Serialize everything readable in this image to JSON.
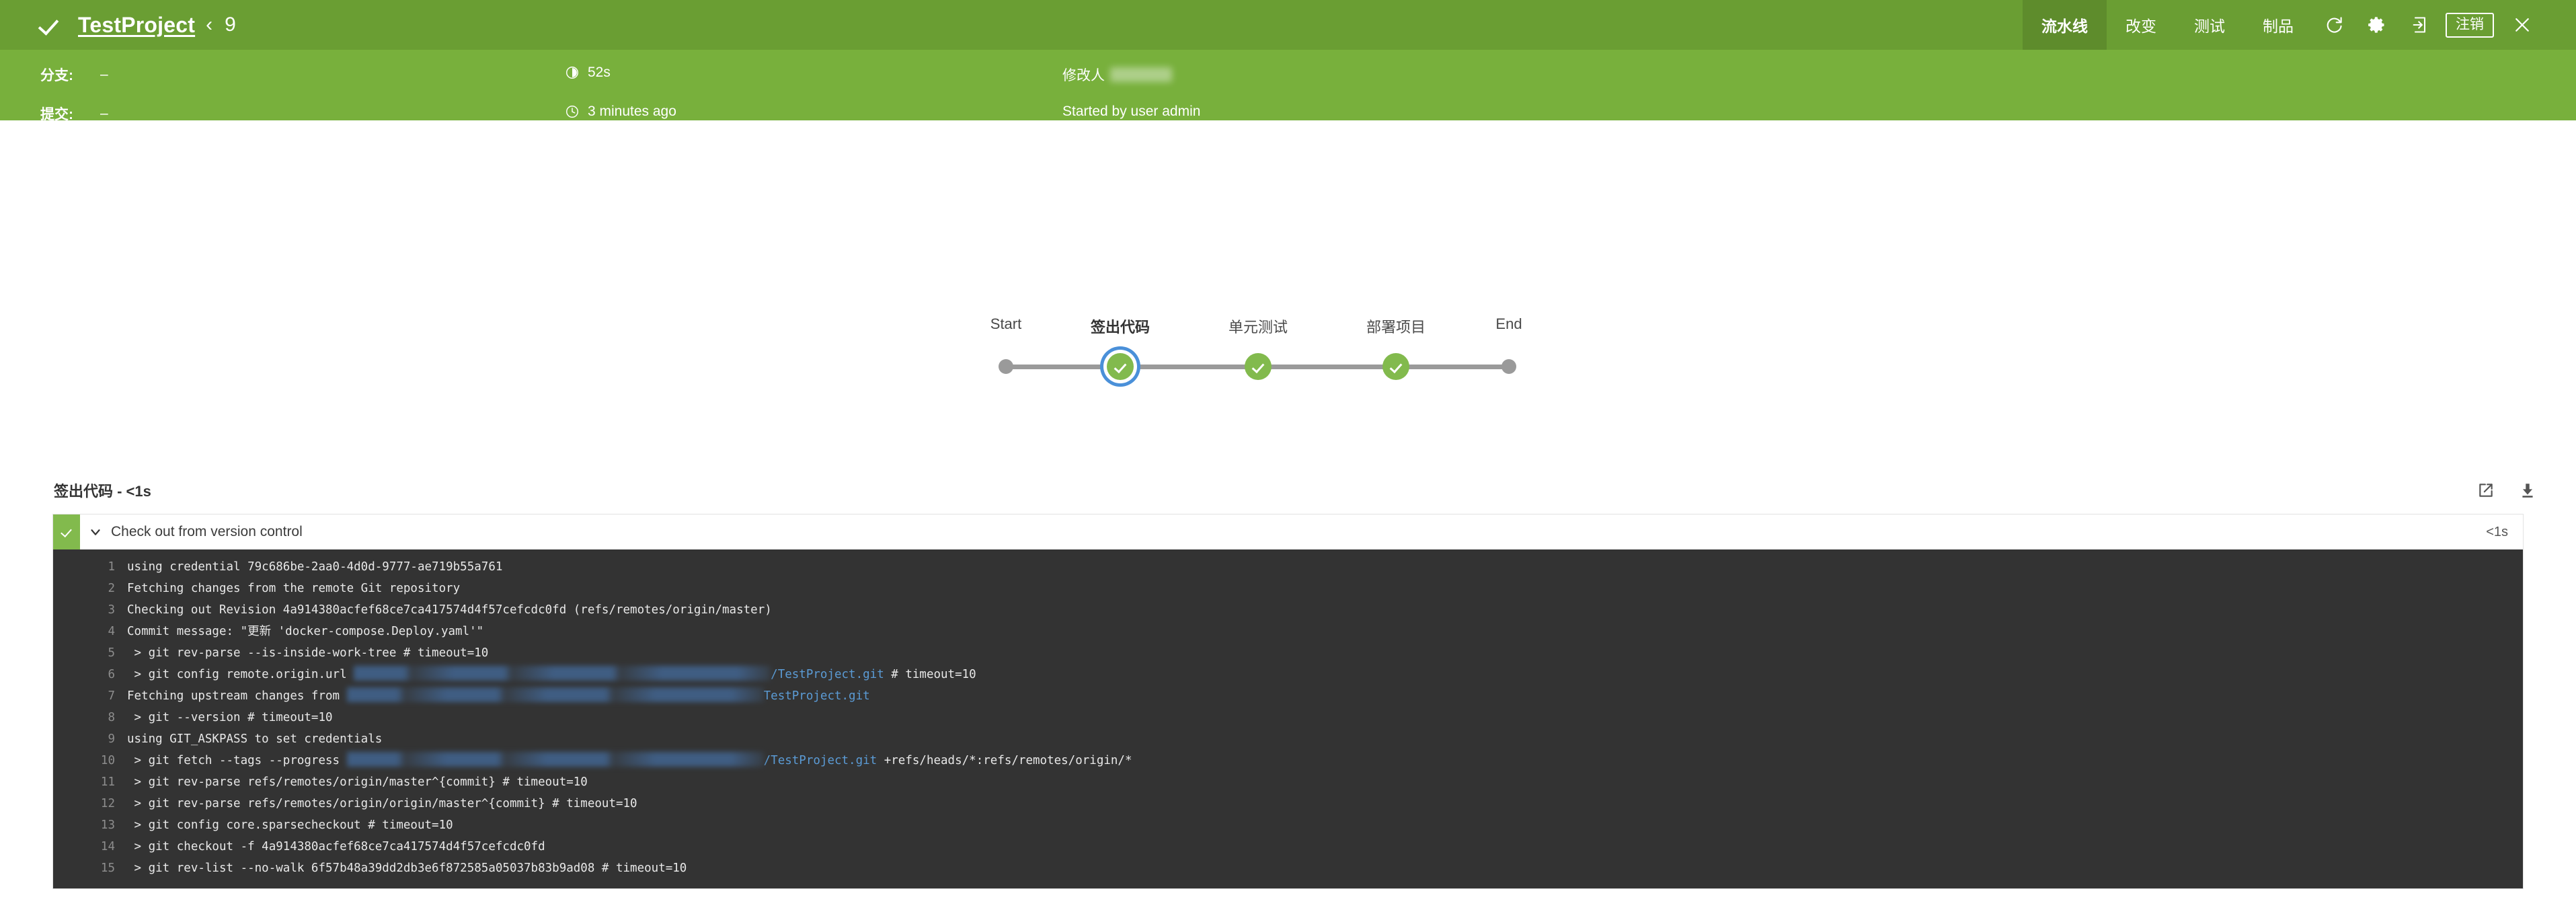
{
  "header": {
    "status_icon": "check-icon",
    "project_name": "TestProject",
    "breadcrumb_separator": "‹",
    "build_number": "9",
    "nav": [
      {
        "label": "流水线",
        "active": true
      },
      {
        "label": "改变",
        "active": false
      },
      {
        "label": "测试",
        "active": false
      },
      {
        "label": "制品",
        "active": false
      }
    ],
    "icons": [
      {
        "name": "refresh-icon"
      },
      {
        "name": "gear-icon"
      },
      {
        "name": "sign-out-icon"
      }
    ],
    "logout_label": "注销",
    "close_label": "✕"
  },
  "info": {
    "branch_label": "分支:",
    "branch_value": "–",
    "commit_label": "提交:",
    "commit_value": "–",
    "duration_icon": "stopwatch-icon",
    "duration_value": "52s",
    "time_icon": "clock-icon",
    "time_value": "3 minutes ago",
    "changed_by_label": "修改人",
    "changed_by_value_redacted": true,
    "started_by": "Started by user admin"
  },
  "pipeline": {
    "stages": [
      {
        "name": "Start",
        "type": "endpoint",
        "state": "idle",
        "selected": false
      },
      {
        "name": "签出代码",
        "type": "stage",
        "state": "success",
        "selected": true
      },
      {
        "name": "单元测试",
        "type": "stage",
        "state": "success",
        "selected": false
      },
      {
        "name": "部署项目",
        "type": "stage",
        "state": "success",
        "selected": false
      },
      {
        "name": "End",
        "type": "endpoint",
        "state": "idle",
        "selected": false
      }
    ]
  },
  "log": {
    "title": "签出代码 - <1s",
    "open_icon": "external-link-icon",
    "download_icon": "download-icon",
    "step": {
      "status": "success",
      "chevron": "chevron-down-icon",
      "label": "Check out from version control",
      "duration": "<1s"
    },
    "lines": [
      {
        "n": "1",
        "pre": "using credential 79c686be-2aa0-4d0d-9777-ae719b55a761",
        "blur": 0,
        "tail": "",
        "post": ""
      },
      {
        "n": "2",
        "pre": "Fetching changes from the remote Git repository",
        "blur": 0,
        "tail": "",
        "post": ""
      },
      {
        "n": "3",
        "pre": "Checking out Revision 4a914380acfef68ce7ca417574d4f57cefcdc0fd (refs/remotes/origin/master)",
        "blur": 0,
        "tail": "",
        "post": ""
      },
      {
        "n": "4",
        "pre": "Commit message: \"更新 'docker-compose.Deploy.yaml'\"",
        "blur": 0,
        "tail": "",
        "post": ""
      },
      {
        "n": "5",
        "pre": " > git rev-parse --is-inside-work-tree # timeout=10",
        "blur": 0,
        "tail": "",
        "post": ""
      },
      {
        "n": "6",
        "pre": " > git config remote.origin.url ",
        "blur": 620,
        "tail": "/TestProject.git",
        "post": " # timeout=10"
      },
      {
        "n": "7",
        "pre": "Fetching upstream changes from ",
        "blur": 620,
        "tail": "TestProject.git",
        "post": ""
      },
      {
        "n": "8",
        "pre": " > git --version # timeout=10",
        "blur": 0,
        "tail": "",
        "post": ""
      },
      {
        "n": "9",
        "pre": "using GIT_ASKPASS to set credentials",
        "blur": 0,
        "tail": "",
        "post": ""
      },
      {
        "n": "10",
        "pre": " > git fetch --tags --progress ",
        "blur": 620,
        "tail": "/TestProject.git",
        "post": " +refs/heads/*:refs/remotes/origin/*"
      },
      {
        "n": "11",
        "pre": " > git rev-parse refs/remotes/origin/master^{commit} # timeout=10",
        "blur": 0,
        "tail": "",
        "post": ""
      },
      {
        "n": "12",
        "pre": " > git rev-parse refs/remotes/origin/origin/master^{commit} # timeout=10",
        "blur": 0,
        "tail": "",
        "post": ""
      },
      {
        "n": "13",
        "pre": " > git config core.sparsecheckout # timeout=10",
        "blur": 0,
        "tail": "",
        "post": ""
      },
      {
        "n": "14",
        "pre": " > git checkout -f 4a914380acfef68ce7ca417574d4f57cefcdc0fd",
        "blur": 0,
        "tail": "",
        "post": ""
      },
      {
        "n": "15",
        "pre": " > git rev-list --no-walk 6f57b48a39dd2db3e6f872585a05037b83b9ad08 # timeout=10",
        "blur": 0,
        "tail": "",
        "post": ""
      }
    ]
  },
  "colors": {
    "topbar_green": "#6a9e33",
    "infobar_green": "#78b03c",
    "active_tab_green": "#5e8c2c",
    "node_green": "#82ba4d",
    "selection_blue": "#4a90d9",
    "console_bg": "#333333",
    "link_blue": "#5b9bd5"
  }
}
